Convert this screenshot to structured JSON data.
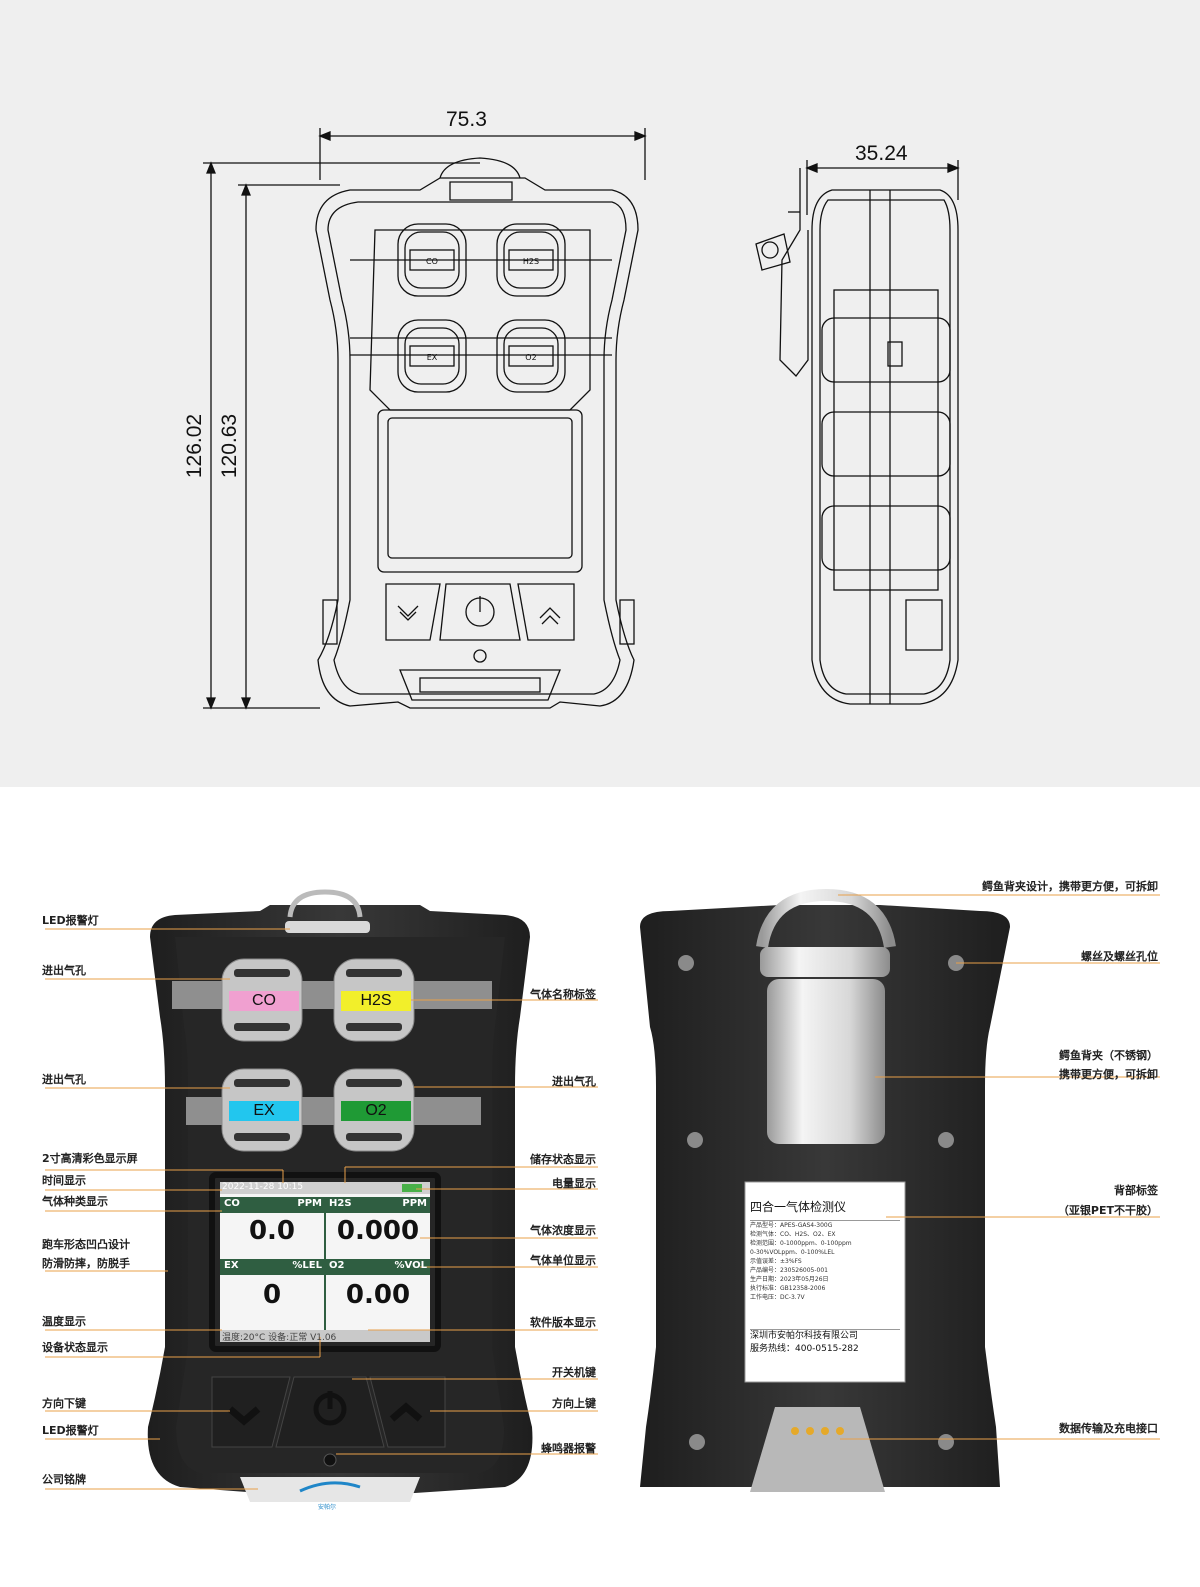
{
  "drawing": {
    "width_dim": "75.3",
    "depth_dim": "35.24",
    "height_outer_dim": "126.02",
    "height_inner_dim": "120.63",
    "sensor_labels": [
      "CO",
      "H2S",
      "EX",
      "O2"
    ]
  },
  "front": {
    "sensor_tags": [
      {
        "label": "CO",
        "color": "#f0a0d0"
      },
      {
        "label": "H2S",
        "color": "#f2ef2a"
      },
      {
        "label": "EX",
        "color": "#22c6ee"
      },
      {
        "label": "O2",
        "color": "#1f9a35"
      }
    ],
    "screen": {
      "date": "2022-11-28",
      "time": "10:15",
      "cells": [
        {
          "gas": "CO",
          "unit": "PPM",
          "value": "0.0"
        },
        {
          "gas": "H2S",
          "unit": "PPM",
          "value": "0.000"
        },
        {
          "gas": "EX",
          "unit": "%LEL",
          "value": "0"
        },
        {
          "gas": "O2",
          "unit": "%VOL",
          "value": "0.00"
        }
      ],
      "footer_temp": "温度:20°C",
      "footer_status": "设备:正常",
      "footer_version": "V1.06"
    },
    "brand_text": "安帕尔",
    "callouts_left": [
      "LED报警灯",
      "进出气孔",
      "进出气孔",
      "2寸高清彩色显示屏",
      "时间显示",
      "气体种类显示",
      "跑车形态凹凸设计",
      "防滑防摔，防脱手",
      "温度显示",
      "设备状态显示",
      "方向下键",
      "LED报警灯",
      "公司铭牌"
    ],
    "callouts_right": [
      "气体名称标签",
      "进出气孔",
      "储存状态显示",
      "电量显示",
      "气体浓度显示",
      "气体单位显示",
      "软件版本显示",
      "开关机键",
      "方向上键",
      "蜂鸣器报警"
    ]
  },
  "back": {
    "label": {
      "title": "四合一气体检测仪",
      "lines": [
        "产品型号：APES-GAS4-300G",
        "检测气体：CO、H2S、O2、EX",
        "检测范围：0-1000ppm、0-100ppm",
        "0-30%VOLppm、0-100%LEL",
        "示值误差：±3%FS",
        "产品编号：230526005-001",
        "生产日期：2023年05月26日",
        "执行标准：GB12358-2006",
        "工作电压：DC-3.7V"
      ],
      "company": "深圳市安帕尔科技有限公司",
      "hotline": "服务热线：400-0515-282"
    },
    "callouts_right": [
      "鳄鱼背夹设计，携带更方便，可拆卸",
      "螺丝及螺丝孔位",
      "鳄鱼背夹（不锈钢）",
      "携带更方便，可拆卸",
      "背部标签",
      "（亚银PET不干胶）",
      "数据传输及充电接口"
    ]
  },
  "colors": {
    "accent_line": "#e8a04a",
    "body": "#2b2b2b",
    "screen_header": "#2f5e41"
  }
}
